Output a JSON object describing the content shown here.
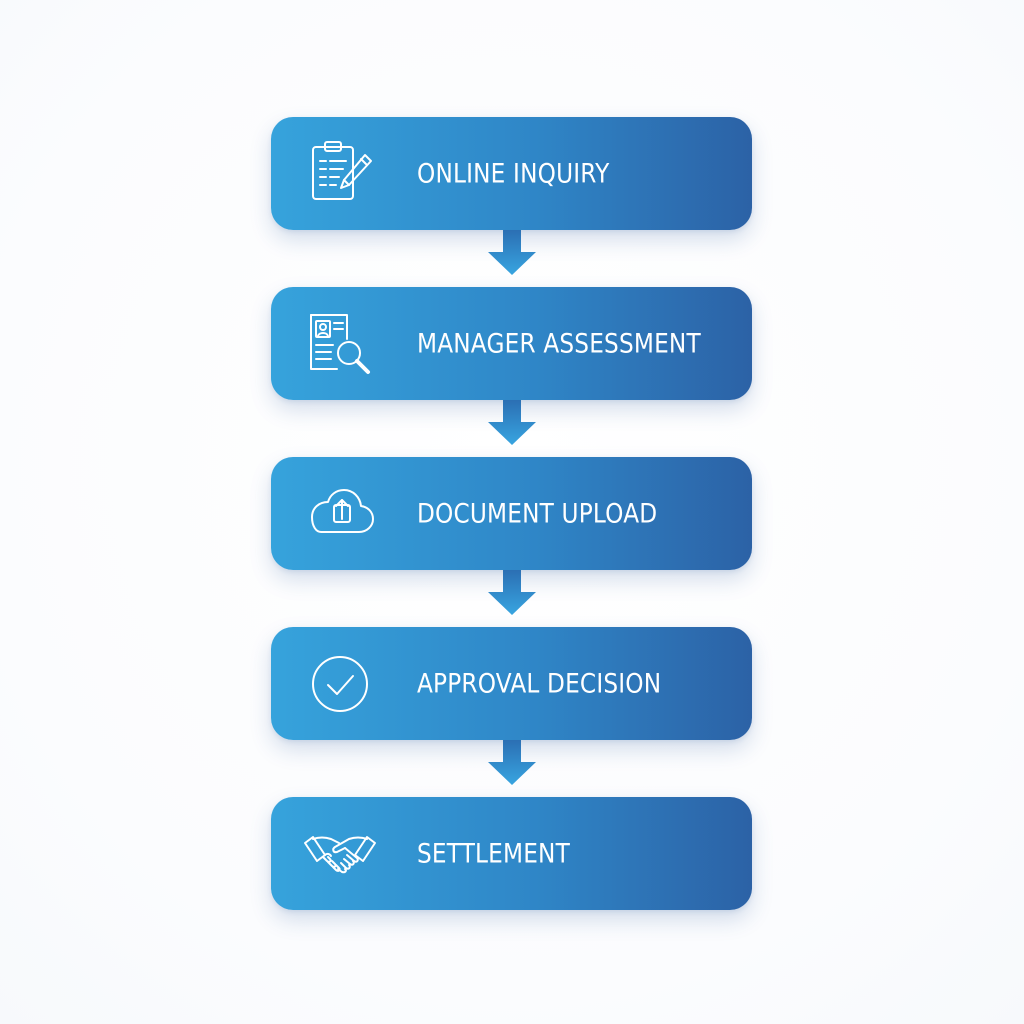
{
  "steps": [
    {
      "label": "ONLINE INQUIRY",
      "icon": "clipboard-pen-icon"
    },
    {
      "label": "MANAGER ASSESSMENT",
      "icon": "document-magnifier-icon"
    },
    {
      "label": "DOCUMENT UPLOAD",
      "icon": "cloud-upload-icon"
    },
    {
      "label": "APPROVAL DECISION",
      "icon": "check-circle-icon"
    },
    {
      "label": "SETTLEMENT",
      "icon": "handshake-icon"
    }
  ],
  "colors": {
    "gradient_start": "#36a3dc",
    "gradient_end": "#2c62a6",
    "arrow": "#2f8fd0",
    "text": "#ffffff"
  }
}
